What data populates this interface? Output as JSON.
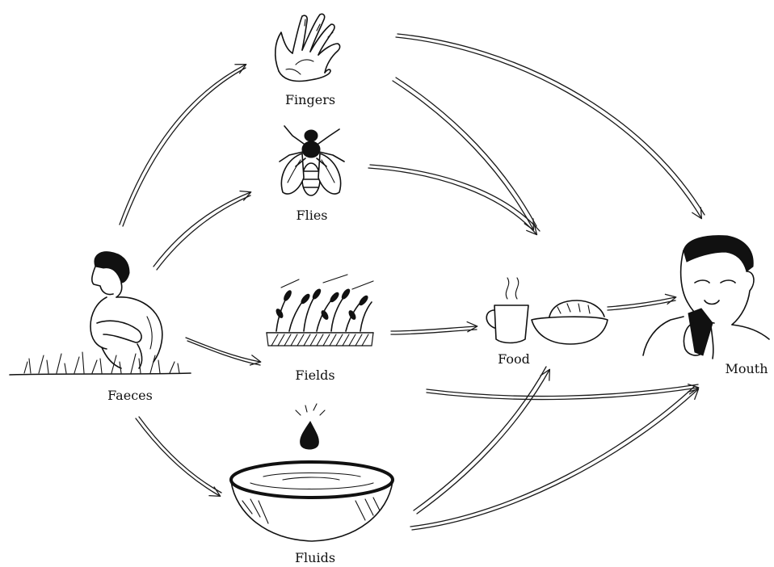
{
  "nodes": {
    "fingers": "Fingers",
    "flies": "Flies",
    "faeces": "Faeces",
    "fields": "Fields",
    "fluids": "Fluids",
    "food": "Food",
    "mouth": "Mouth"
  },
  "colors": {
    "ink": "#111111",
    "background": "#ffffff"
  },
  "edges": [
    [
      "faeces",
      "fingers"
    ],
    [
      "faeces",
      "flies"
    ],
    [
      "faeces",
      "fields"
    ],
    [
      "faeces",
      "fluids"
    ],
    [
      "fingers",
      "food"
    ],
    [
      "fingers",
      "mouth"
    ],
    [
      "flies",
      "food"
    ],
    [
      "fields",
      "food"
    ],
    [
      "fields",
      "mouth"
    ],
    [
      "fluids",
      "food"
    ],
    [
      "fluids",
      "mouth"
    ],
    [
      "food",
      "mouth"
    ]
  ]
}
